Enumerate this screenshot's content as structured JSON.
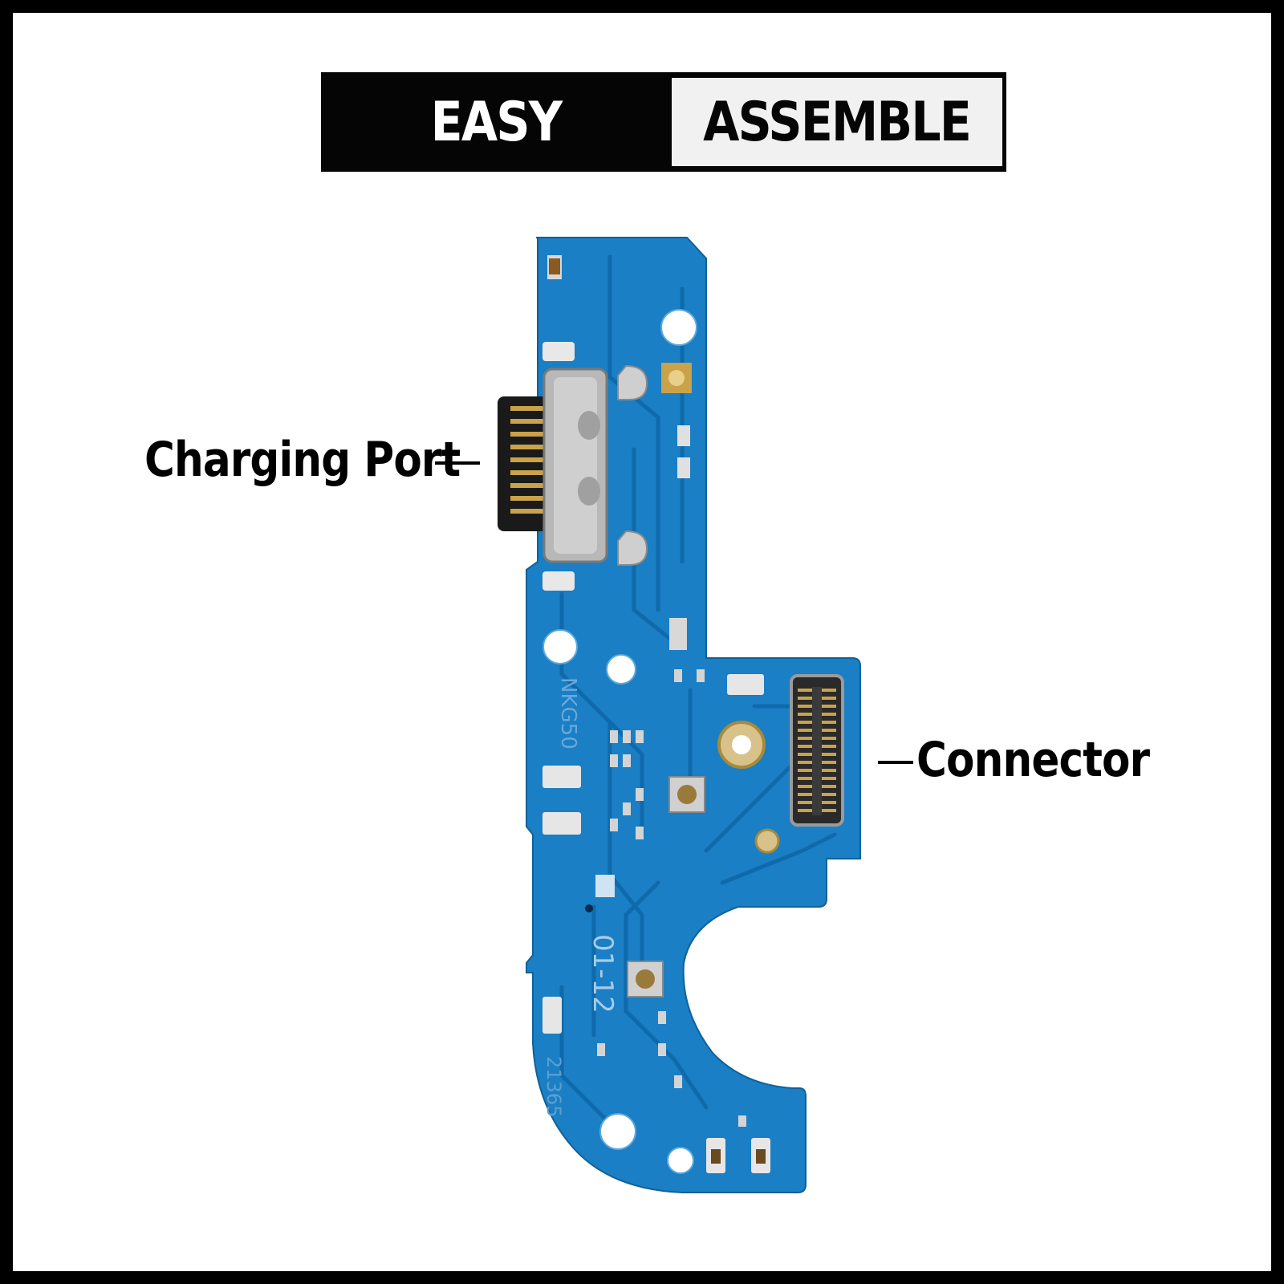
{
  "banner": {
    "left_text": "EASY",
    "right_text": "ASSEMBLE"
  },
  "labels": {
    "charging_port": "Charging Port",
    "connector": "Connector"
  },
  "board_markings": {
    "model": "NKG50",
    "date_code": "01-12",
    "serial": "21365"
  },
  "colors": {
    "pcb_blue": "#1a7fc4",
    "pcb_trace": "#0f6aac",
    "gold": "#c9a24a",
    "steel": "#b8b8b8"
  }
}
